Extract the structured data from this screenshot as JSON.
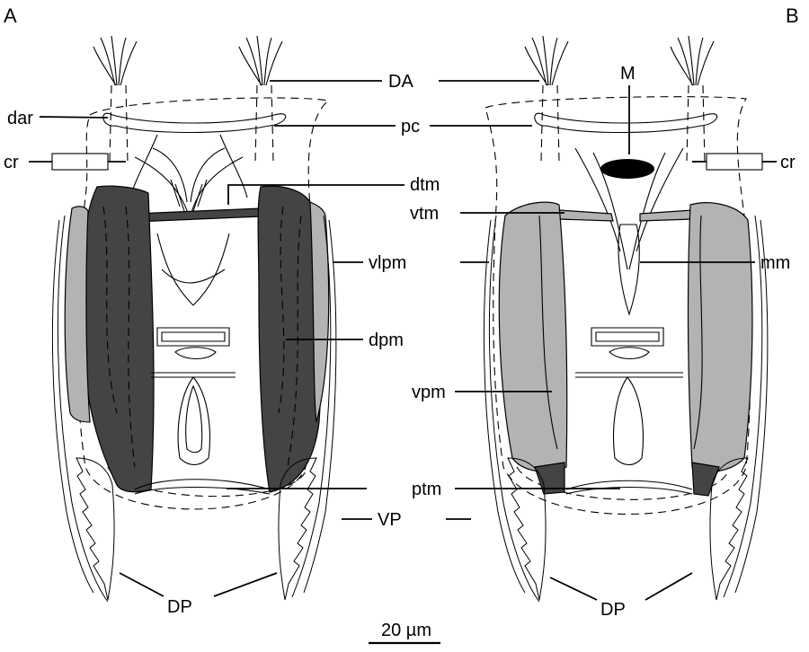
{
  "panels": {
    "left": "A",
    "right": "B"
  },
  "labels": {
    "DA": "DA",
    "M": "M",
    "dar": "dar",
    "pc": "pc",
    "cr_left": "cr",
    "cr_right": "cr",
    "dtm": "dtm",
    "vtm": "vtm",
    "vlpm": "vlpm",
    "mm": "mm",
    "dpm": "dpm",
    "vpm": "vpm",
    "ptm": "ptm",
    "VP": "VP",
    "DP_left": "DP",
    "DP_right": "DP"
  },
  "scale_bar": {
    "label": "20 µm",
    "value_um": 20
  },
  "colors": {
    "dark_muscle": "#444444",
    "light_muscle": "#b3b3b3",
    "outline": "#000000"
  }
}
